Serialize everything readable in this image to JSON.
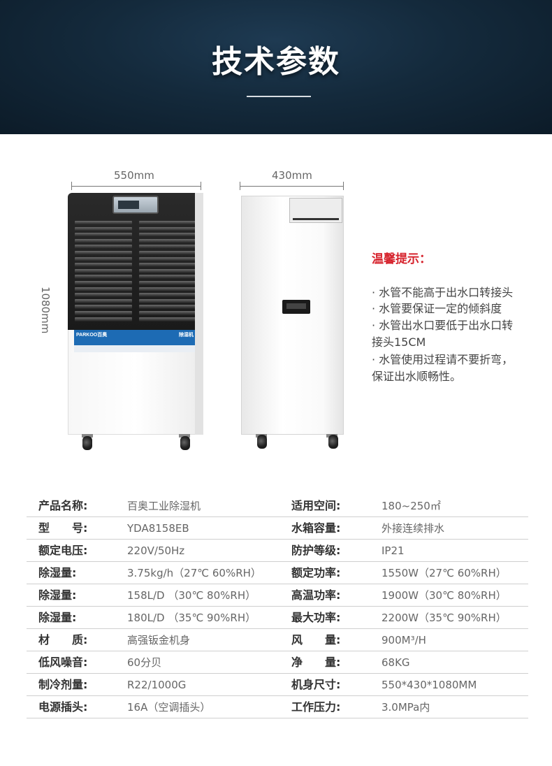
{
  "header": {
    "title": "技术参数"
  },
  "dimensions": {
    "front_width": "550mm",
    "side_depth": "430mm",
    "height": "1080mm"
  },
  "product": {
    "front_brand": "PARKOO百奥",
    "front_type": "除湿机"
  },
  "tips": {
    "title": "温馨提示：",
    "lines": [
      "· 水管不能高于出水口转接头",
      "· 水管要保证一定的倾斜度",
      "· 水管出水口要低于出水口转",
      "接头15CM",
      "· 水管使用过程请不要折弯，",
      "保证出水顺畅性。"
    ]
  },
  "specs": [
    {
      "label1": "产品名称:",
      "value1": "百奥工业除湿机",
      "label2": "适用空间:",
      "value2": "180~250㎡"
    },
    {
      "label1": "型　　号:",
      "value1": "YDA8158EB",
      "label2": "水箱容量:",
      "value2": "外接连续排水"
    },
    {
      "label1": "额定电压:",
      "value1": "220V/50Hz",
      "label2": "防护等级:",
      "value2": "IP21"
    },
    {
      "label1": "除湿量:",
      "value1": "3.75kg/h（27℃ 60%RH）",
      "label2": "额定功率:",
      "value2": "1550W（27℃ 60%RH）"
    },
    {
      "label1": "除湿量:",
      "value1": "158L/D （30℃ 80%RH）",
      "label2": "高温功率:",
      "value2": "1900W（30℃ 80%RH）"
    },
    {
      "label1": "除湿量:",
      "value1": "180L/D （35℃ 90%RH）",
      "label2": "最大功率:",
      "value2": "2200W（35℃ 90%RH）"
    },
    {
      "label1": "材　　质:",
      "value1": "高强钣金机身",
      "label2": "风　　量:",
      "value2": "900M³/H"
    },
    {
      "label1": "低风噪音:",
      "value1": "60分贝",
      "label2": "净　　量:",
      "value2": "68KG"
    },
    {
      "label1": "制冷剂量:",
      "value1": "R22/1000G",
      "label2": "机身尺寸:",
      "value2": "550*430*1080MM"
    },
    {
      "label1": "电源插头:",
      "value1": "16A（空调插头）",
      "label2": "工作压力:",
      "value2": "3.0MPa内"
    }
  ]
}
